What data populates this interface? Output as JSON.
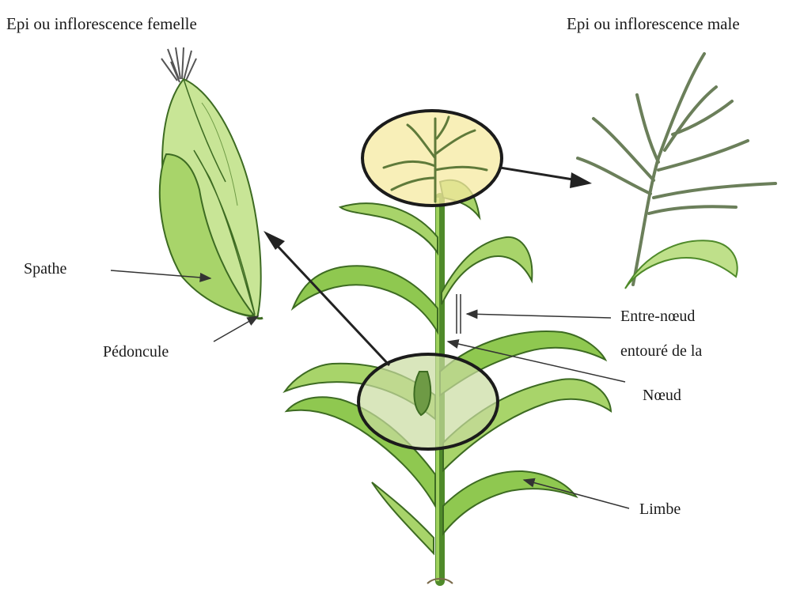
{
  "titles": {
    "female": "Epi ou inflorescence femelle",
    "male": "Epi ou inflorescence male"
  },
  "labels": {
    "spathe": "Spathe",
    "pedoncule": "Pédoncule",
    "entre_noeud_line1": "Entre-nœud",
    "entre_noeud_line2": "entouré de la",
    "noeud": "Nœud",
    "limbe": "Limbe"
  },
  "colors": {
    "leaf_light": "#bfe08a",
    "leaf_mid": "#8fc850",
    "leaf_dark": "#4f8a2a",
    "tassel_highlight": "#f6eaa0",
    "ear_highlight": "#c9dca0",
    "outline": "#1b1b1b"
  }
}
